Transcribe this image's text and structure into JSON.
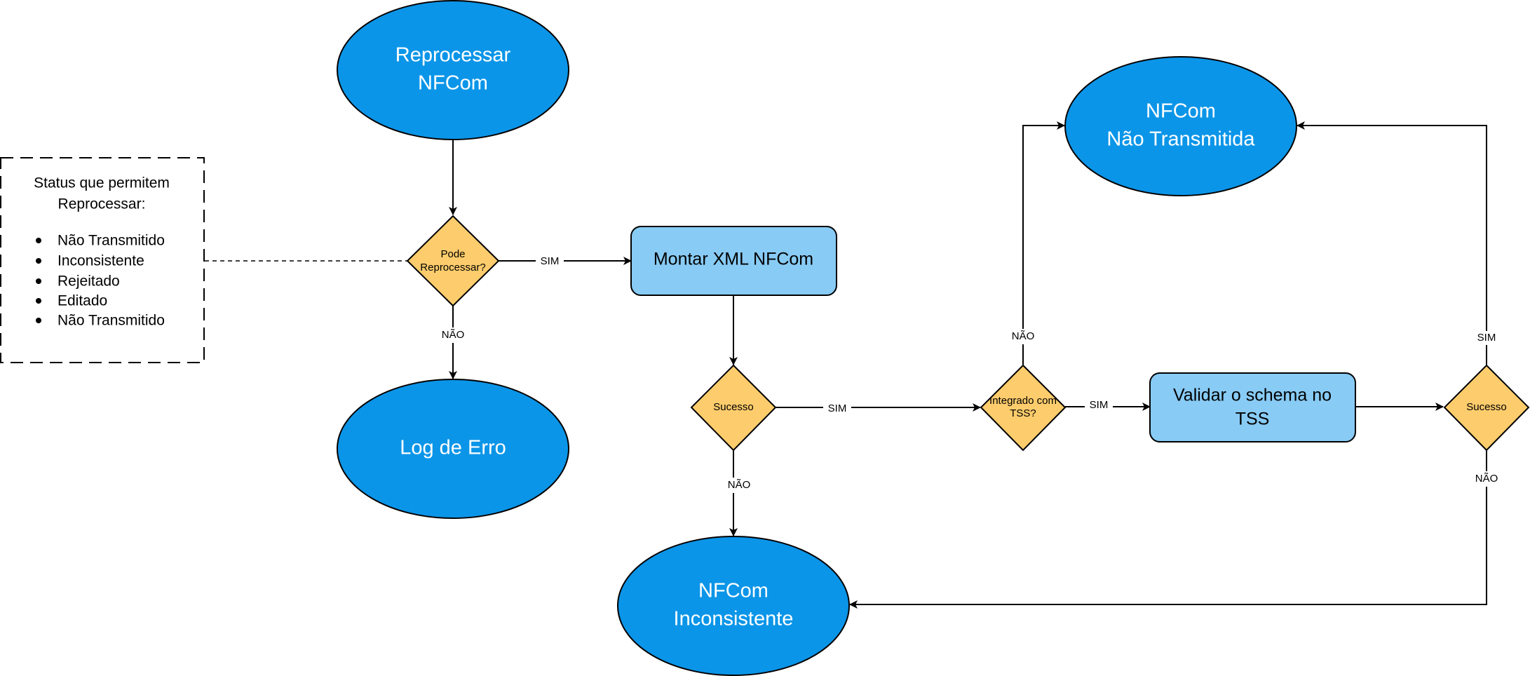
{
  "colors": {
    "ellipse_fill": "#0b95e8",
    "ellipse_stroke": "#000000",
    "process_fill": "#88cbf5",
    "decision_fill": "#fdcc6c",
    "line": "#000000"
  },
  "nodes": {
    "reprocessar": {
      "lines": [
        "Reprocessar",
        "NFCom"
      ]
    },
    "log_erro": {
      "lines": [
        "Log de Erro"
      ]
    },
    "nao_transmitida": {
      "lines": [
        "NFCom",
        "Não Transmitida"
      ]
    },
    "inconsistente": {
      "lines": [
        "NFCom",
        "Inconsistente"
      ]
    },
    "montar_xml": {
      "lines": [
        "Montar XML NFCom"
      ]
    },
    "validar_schema": {
      "lines": [
        "Validar o schema no",
        "TSS"
      ]
    },
    "pode_reprocessar": {
      "lines": [
        "Pode",
        "Reprocessar?"
      ]
    },
    "sucesso_1": {
      "lines": [
        "Sucesso"
      ]
    },
    "integrado_tss": {
      "lines": [
        "Integrado com",
        "TSS?"
      ]
    },
    "sucesso_2": {
      "lines": [
        "Sucesso"
      ]
    }
  },
  "edge_labels": {
    "sim_1": "SIM",
    "nao_1": "NÃO",
    "sim_2": "SIM",
    "nao_2": "NÃO",
    "sim_3": "SIM",
    "nao_3": "NÃO",
    "sim_4": "SIM",
    "nao_4": "NÃO"
  },
  "note": {
    "title_lines": [
      "Status que permitem",
      "Reprocessar:"
    ],
    "items": [
      "Não Transmitido",
      "Inconsistente",
      "Rejeitado",
      "Editado",
      "Não Transmitido"
    ]
  }
}
